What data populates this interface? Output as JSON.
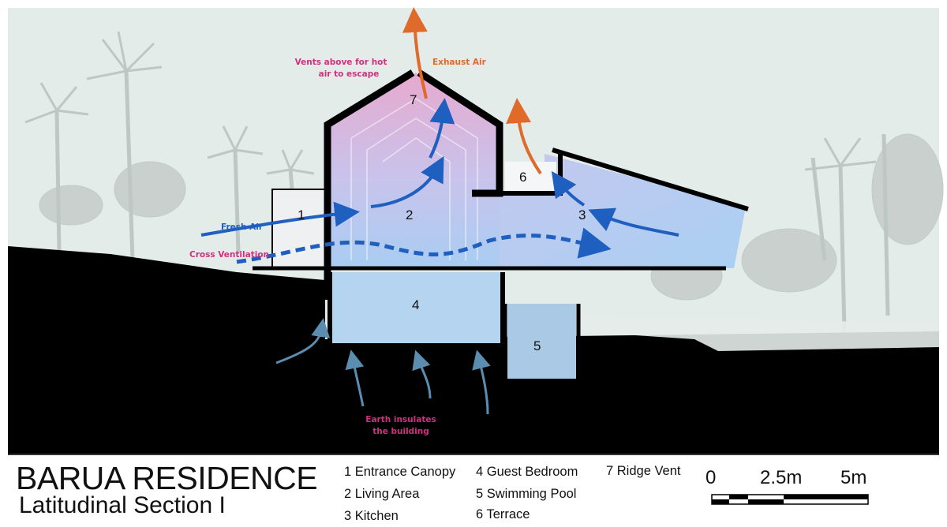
{
  "title": "BARUA RESIDENCE",
  "subtitle": "Latitudinal Section I",
  "annotations": {
    "vents": [
      "Vents above for hot",
      "air to escape"
    ],
    "exhaust": "Exhaust Air",
    "fresh_air": "Fresh Air",
    "cross_ventilation": "Cross Ventilation",
    "earth": [
      "Earth insulates",
      "the building"
    ]
  },
  "room_numbers": [
    "1",
    "2",
    "3",
    "4",
    "5",
    "6",
    "7"
  ],
  "legend": [
    "1 Entrance Canopy",
    "2 Living Area",
    "3 Kitchen",
    "4 Guest Bedroom",
    "5 Swimming Pool",
    "6 Terrace",
    "7 Ridge Vent"
  ],
  "scale": {
    "labels": [
      "0",
      "2.5m",
      "5m"
    ]
  },
  "colors": {
    "sky": "#e4ece9",
    "fresh_air": "#1f5fbf",
    "exhaust": "#e06a2a",
    "annotation_pink": "#d0307f",
    "earth_arrow": "#5b8db0"
  }
}
